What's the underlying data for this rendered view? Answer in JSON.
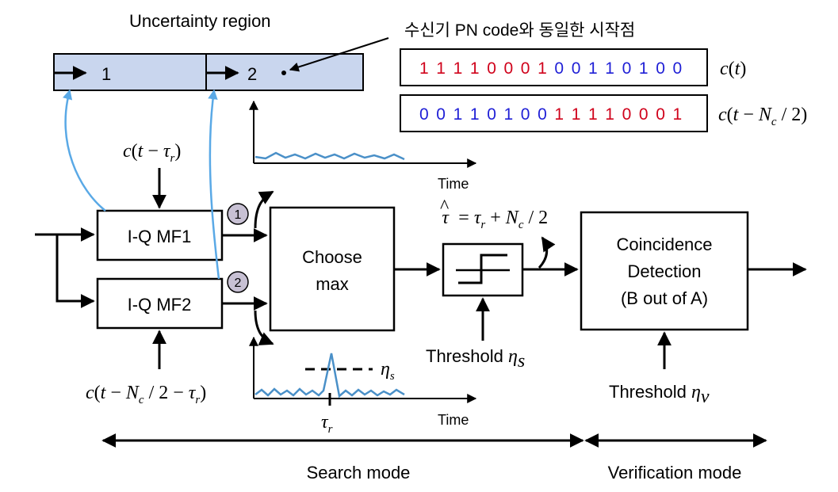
{
  "uncertainty_region": {
    "title": "Uncertainty region",
    "cells": [
      "1",
      "2"
    ]
  },
  "start_point_note": "수신기 PN code와 동일한 시작점",
  "codes": [
    {
      "bits": [
        {
          "b": "1",
          "color": "red"
        },
        {
          "b": "1",
          "color": "red"
        },
        {
          "b": "1",
          "color": "red"
        },
        {
          "b": "1",
          "color": "red"
        },
        {
          "b": "0",
          "color": "red"
        },
        {
          "b": "0",
          "color": "red"
        },
        {
          "b": "0",
          "color": "red"
        },
        {
          "b": "1",
          "color": "red"
        },
        {
          "b": "0",
          "color": "blue"
        },
        {
          "b": "0",
          "color": "blue"
        },
        {
          "b": "1",
          "color": "blue"
        },
        {
          "b": "1",
          "color": "blue"
        },
        {
          "b": "0",
          "color": "blue"
        },
        {
          "b": "1",
          "color": "blue"
        },
        {
          "b": "0",
          "color": "blue"
        },
        {
          "b": "0",
          "color": "blue"
        }
      ],
      "label": "c(t)"
    },
    {
      "bits": [
        {
          "b": "0",
          "color": "blue"
        },
        {
          "b": "0",
          "color": "blue"
        },
        {
          "b": "1",
          "color": "blue"
        },
        {
          "b": "1",
          "color": "blue"
        },
        {
          "b": "0",
          "color": "blue"
        },
        {
          "b": "1",
          "color": "blue"
        },
        {
          "b": "0",
          "color": "blue"
        },
        {
          "b": "0",
          "color": "blue"
        },
        {
          "b": "1",
          "color": "red"
        },
        {
          "b": "1",
          "color": "red"
        },
        {
          "b": "1",
          "color": "red"
        },
        {
          "b": "1",
          "color": "red"
        },
        {
          "b": "0",
          "color": "red"
        },
        {
          "b": "0",
          "color": "red"
        },
        {
          "b": "0",
          "color": "red"
        },
        {
          "b": "1",
          "color": "red"
        }
      ],
      "label": "c(t − Nc / 2)"
    }
  ],
  "colors": {
    "bit_red": "#d0021b",
    "bit_blue": "#1f1fd6",
    "region_fill": "#c9d6ee",
    "signal": "#4a90c8",
    "pointer": "#5aa9e6",
    "badge_fill": "#c7c0d3"
  },
  "blocks": {
    "mf1": "I-Q MF1",
    "mf2": "I-Q MF2",
    "choose_max": [
      "Choose",
      "max"
    ],
    "coincidence": [
      "Coincidence",
      "Detection",
      "(B out of A)"
    ]
  },
  "badges": [
    "1",
    "2"
  ],
  "inputs": {
    "mf1_ref": "c(t − τr)",
    "mf2_ref": "c(t − Nc / 2 − τr)"
  },
  "estimate": "τ̂ = τr + Nc / 2",
  "thresholds": {
    "search": "Threshold ηs",
    "verify": "Threshold ηv"
  },
  "plots": {
    "time_label": "Time",
    "threshold_symbol": "ηs",
    "peak_label": "τr"
  },
  "modes": {
    "search": "Search mode",
    "verification": "Verification mode"
  }
}
